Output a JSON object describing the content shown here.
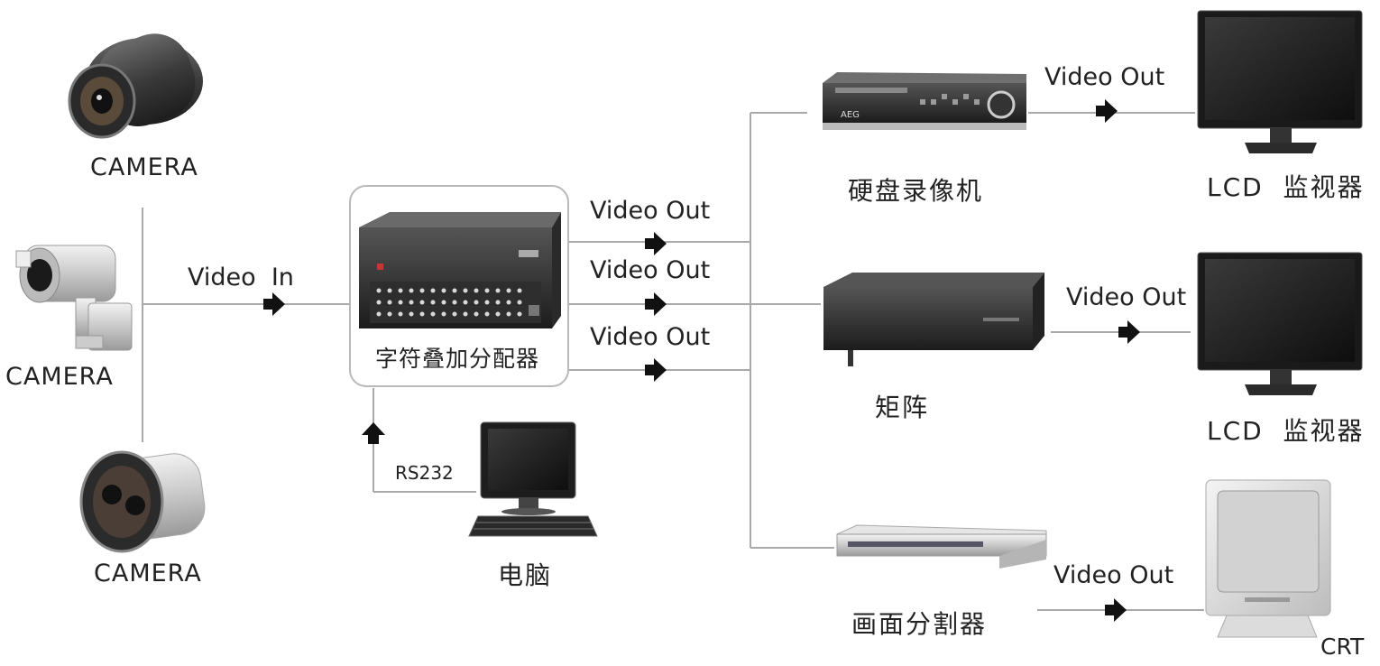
{
  "cameras": [
    {
      "label": "CAMERA"
    },
    {
      "label": "CAMERA"
    },
    {
      "label": "CAMERA"
    }
  ],
  "video_in": "Video  In",
  "overlay": {
    "label": "字符叠加分配器"
  },
  "video_out": "Video Out",
  "rs232": "RS232",
  "pc": {
    "label": "电脑"
  },
  "dvr": {
    "label": "硬盘录像机",
    "brand": "AEG"
  },
  "matrix": {
    "label": "矩阵"
  },
  "splitter": {
    "label": "画面分割器"
  },
  "displays": [
    {
      "label": "LCD  监视器"
    },
    {
      "label": "LCD  监视器"
    },
    {
      "label": "CRT"
    }
  ]
}
